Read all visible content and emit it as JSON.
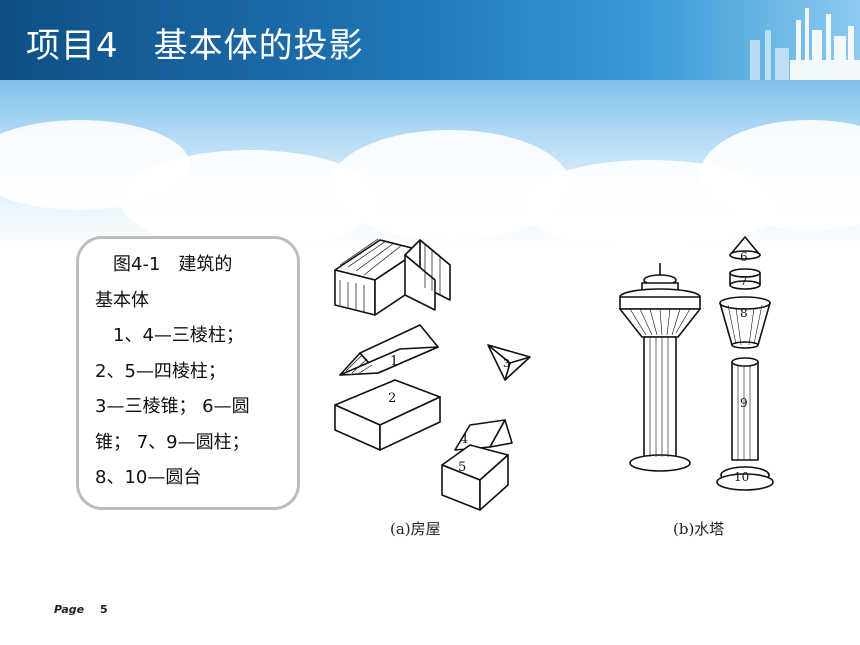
{
  "header": {
    "title": "项目4　基本体的投影"
  },
  "caption": {
    "lines": [
      "　图4-1　建筑的",
      "基本体",
      "　1、4—三棱柱；",
      "2、5—四棱柱；",
      "3—三棱锥； 6—圆",
      "锥； 7、9—圆柱；",
      "8、10—圆台"
    ]
  },
  "figure": {
    "part_labels": {
      "a": "(a)房屋",
      "b": "(b)水塔"
    },
    "numbers": [
      "1",
      "2",
      "3",
      "4",
      "5",
      "6",
      "7",
      "8",
      "9",
      "10"
    ]
  },
  "footer": {
    "page_label": "Page",
    "page_number": "5"
  },
  "colors": {
    "header_blue": "#1f74b3",
    "caption_border": "#bdbdbd"
  }
}
